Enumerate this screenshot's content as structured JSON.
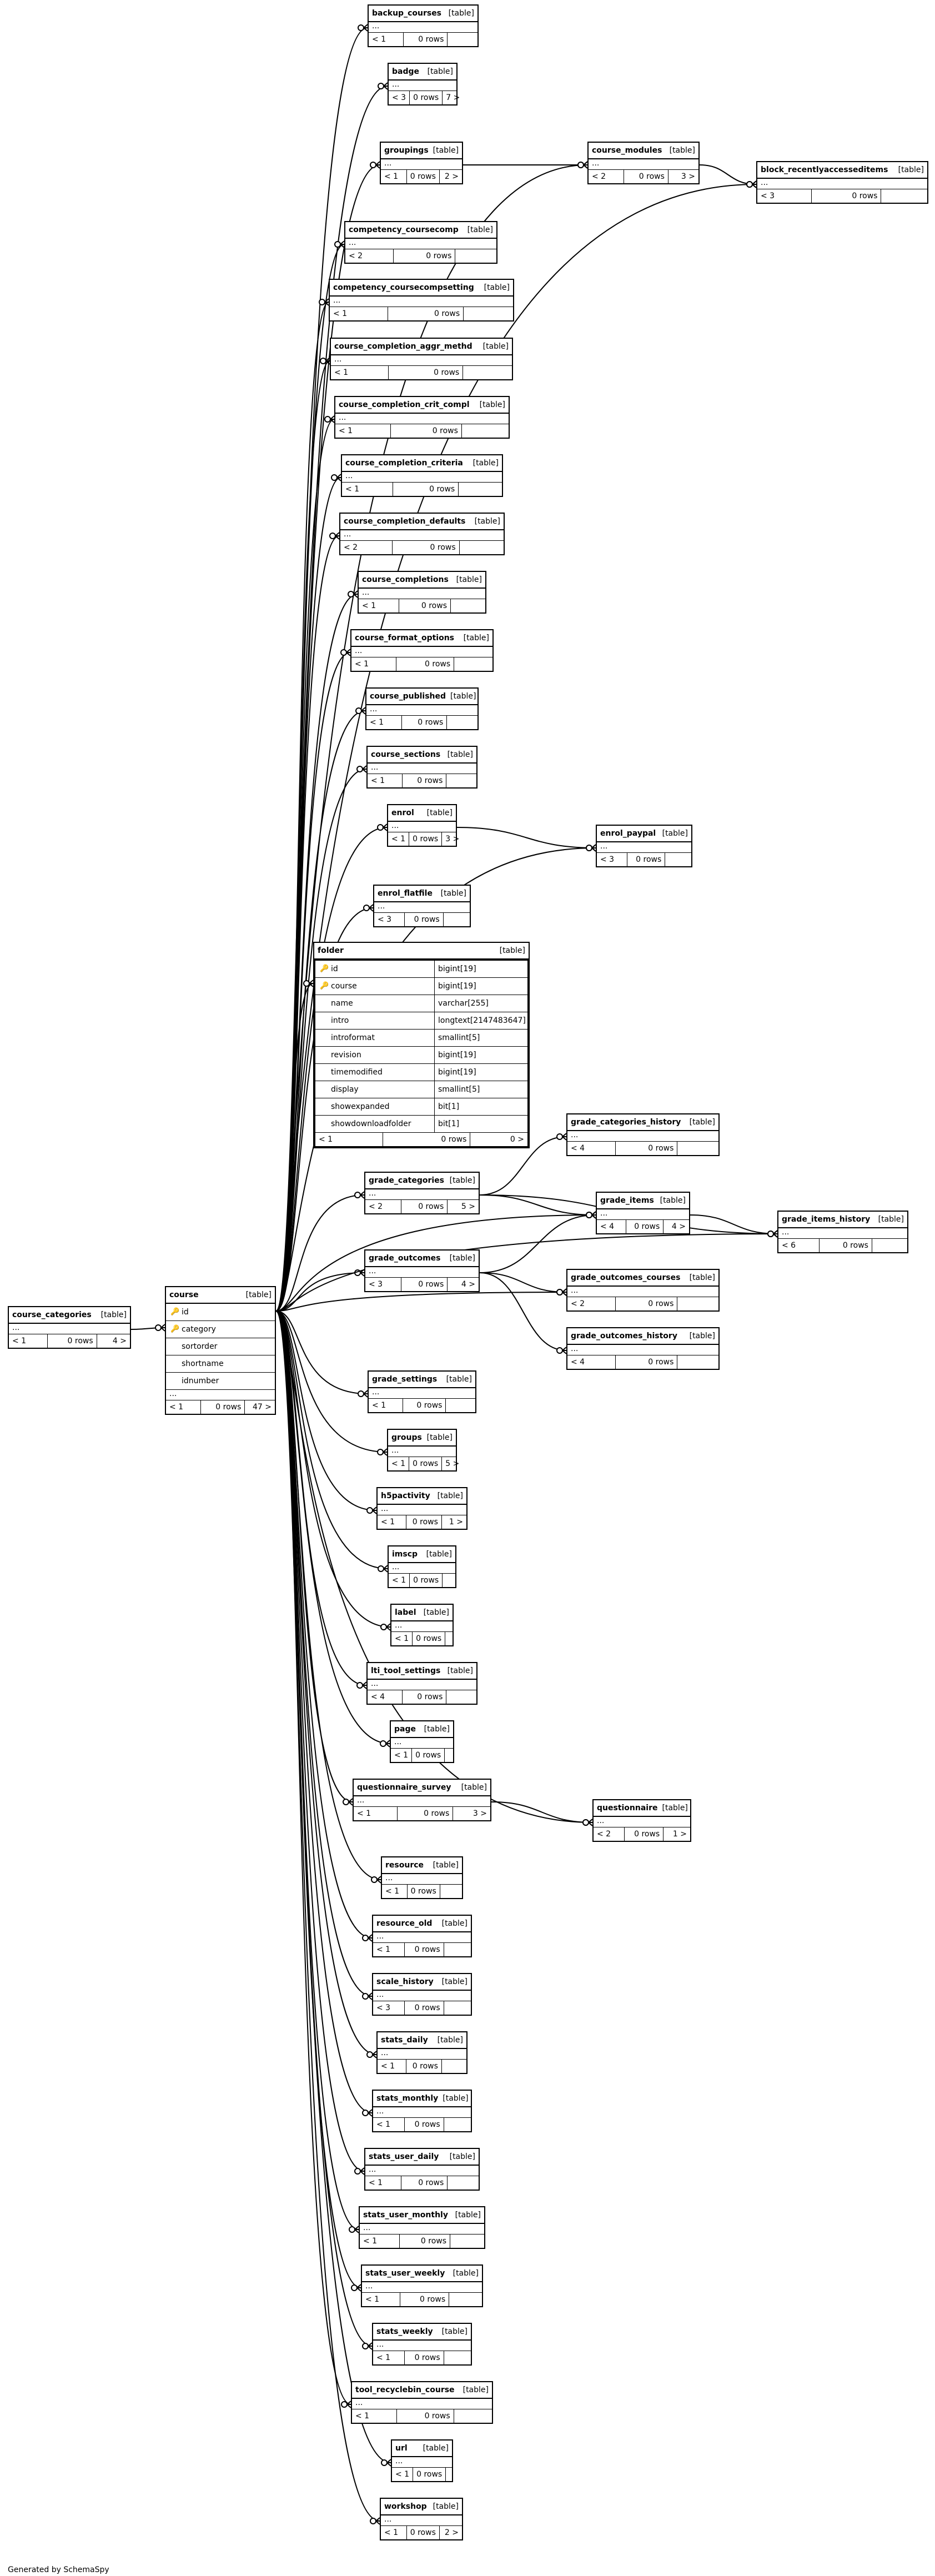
{
  "footer": "Generated by SchemaSpy",
  "table_type_label": "[table]",
  "ellipsis": "...",
  "tables": [
    {
      "name": "backup_courses",
      "left": "< 1",
      "rows": "0 rows",
      "right": ""
    },
    {
      "name": "badge",
      "left": "< 3",
      "rows": "0 rows",
      "right": "7 >"
    },
    {
      "name": "groupings",
      "left": "< 1",
      "rows": "0 rows",
      "right": "2 >"
    },
    {
      "name": "course_modules",
      "left": "< 2",
      "rows": "0 rows",
      "right": "3 >"
    },
    {
      "name": "block_recentlyaccesseditems",
      "left": "< 3",
      "rows": "0 rows",
      "right": ""
    },
    {
      "name": "competency_coursecomp",
      "left": "< 2",
      "rows": "0 rows",
      "right": ""
    },
    {
      "name": "competency_coursecompsetting",
      "left": "< 1",
      "rows": "0 rows",
      "right": ""
    },
    {
      "name": "course_completion_aggr_methd",
      "left": "< 1",
      "rows": "0 rows",
      "right": ""
    },
    {
      "name": "course_completion_crit_compl",
      "left": "< 1",
      "rows": "0 rows",
      "right": ""
    },
    {
      "name": "course_completion_criteria",
      "left": "< 1",
      "rows": "0 rows",
      "right": ""
    },
    {
      "name": "course_completion_defaults",
      "left": "< 2",
      "rows": "0 rows",
      "right": ""
    },
    {
      "name": "course_completions",
      "left": "< 1",
      "rows": "0 rows",
      "right": ""
    },
    {
      "name": "course_format_options",
      "left": "< 1",
      "rows": "0 rows",
      "right": ""
    },
    {
      "name": "course_published",
      "left": "< 1",
      "rows": "0 rows",
      "right": ""
    },
    {
      "name": "course_sections",
      "left": "< 1",
      "rows": "0 rows",
      "right": ""
    },
    {
      "name": "enrol",
      "left": "< 1",
      "rows": "0 rows",
      "right": "3 >"
    },
    {
      "name": "enrol_paypal",
      "left": "< 3",
      "rows": "0 rows",
      "right": ""
    },
    {
      "name": "enrol_flatfile",
      "left": "< 3",
      "rows": "0 rows",
      "right": ""
    },
    {
      "name": "grade_categories_history",
      "left": "< 4",
      "rows": "0 rows",
      "right": ""
    },
    {
      "name": "grade_categories",
      "left": "< 2",
      "rows": "0 rows",
      "right": "5 >"
    },
    {
      "name": "grade_items",
      "left": "< 4",
      "rows": "0 rows",
      "right": "4 >"
    },
    {
      "name": "grade_items_history",
      "left": "< 6",
      "rows": "0 rows",
      "right": ""
    },
    {
      "name": "grade_outcomes",
      "left": "< 3",
      "rows": "0 rows",
      "right": "4 >"
    },
    {
      "name": "grade_outcomes_courses",
      "left": "< 2",
      "rows": "0 rows",
      "right": ""
    },
    {
      "name": "grade_outcomes_history",
      "left": "< 4",
      "rows": "0 rows",
      "right": ""
    },
    {
      "name": "course_categories",
      "left": "< 1",
      "rows": "0 rows",
      "right": "4 >"
    },
    {
      "name": "grade_settings",
      "left": "< 1",
      "rows": "0 rows",
      "right": ""
    },
    {
      "name": "groups",
      "left": "< 1",
      "rows": "0 rows",
      "right": "5 >"
    },
    {
      "name": "h5pactivity",
      "left": "< 1",
      "rows": "0 rows",
      "right": "1 >"
    },
    {
      "name": "imscp",
      "left": "< 1",
      "rows": "0 rows",
      "right": ""
    },
    {
      "name": "label",
      "left": "< 1",
      "rows": "0 rows",
      "right": ""
    },
    {
      "name": "lti_tool_settings",
      "left": "< 4",
      "rows": "0 rows",
      "right": ""
    },
    {
      "name": "page",
      "left": "< 1",
      "rows": "0 rows",
      "right": ""
    },
    {
      "name": "questionnaire_survey",
      "left": "< 1",
      "rows": "0 rows",
      "right": "3 >"
    },
    {
      "name": "questionnaire",
      "left": "< 2",
      "rows": "0 rows",
      "right": "1 >"
    },
    {
      "name": "resource",
      "left": "< 1",
      "rows": "0 rows",
      "right": ""
    },
    {
      "name": "resource_old",
      "left": "< 1",
      "rows": "0 rows",
      "right": ""
    },
    {
      "name": "scale_history",
      "left": "< 3",
      "rows": "0 rows",
      "right": ""
    },
    {
      "name": "stats_daily",
      "left": "< 1",
      "rows": "0 rows",
      "right": ""
    },
    {
      "name": "stats_monthly",
      "left": "< 1",
      "rows": "0 rows",
      "right": ""
    },
    {
      "name": "stats_user_daily",
      "left": "< 1",
      "rows": "0 rows",
      "right": ""
    },
    {
      "name": "stats_user_monthly",
      "left": "< 1",
      "rows": "0 rows",
      "right": ""
    },
    {
      "name": "stats_user_weekly",
      "left": "< 1",
      "rows": "0 rows",
      "right": ""
    },
    {
      "name": "stats_weekly",
      "left": "< 1",
      "rows": "0 rows",
      "right": ""
    },
    {
      "name": "tool_recyclebin_course",
      "left": "< 1",
      "rows": "0 rows",
      "right": ""
    },
    {
      "name": "url",
      "left": "< 1",
      "rows": "0 rows",
      "right": ""
    },
    {
      "name": "workshop",
      "left": "< 1",
      "rows": "0 rows",
      "right": "2 >"
    }
  ],
  "folder": {
    "name": "folder",
    "columns": [
      {
        "name": "id",
        "type": "bigint[19]",
        "key": "pk"
      },
      {
        "name": "course",
        "type": "bigint[19]",
        "key": "fk"
      },
      {
        "name": "name",
        "type": "varchar[255]",
        "key": ""
      },
      {
        "name": "intro",
        "type": "longtext[2147483647]",
        "key": ""
      },
      {
        "name": "introformat",
        "type": "smallint[5]",
        "key": ""
      },
      {
        "name": "revision",
        "type": "bigint[19]",
        "key": ""
      },
      {
        "name": "timemodified",
        "type": "bigint[19]",
        "key": ""
      },
      {
        "name": "display",
        "type": "smallint[5]",
        "key": ""
      },
      {
        "name": "showexpanded",
        "type": "bit[1]",
        "key": ""
      },
      {
        "name": "showdownloadfolder",
        "type": "bit[1]",
        "key": ""
      }
    ],
    "left": "< 1",
    "rows": "0 rows",
    "right": "0 >"
  },
  "course": {
    "name": "course",
    "columns": [
      {
        "name": "id",
        "type": "",
        "key": "pk"
      },
      {
        "name": "category",
        "type": "",
        "key": "fk"
      },
      {
        "name": "sortorder",
        "type": "",
        "key": ""
      },
      {
        "name": "shortname",
        "type": "",
        "key": ""
      },
      {
        "name": "idnumber",
        "type": "",
        "key": ""
      }
    ],
    "left": "< 1",
    "rows": "0 rows",
    "right": "47 >"
  }
}
